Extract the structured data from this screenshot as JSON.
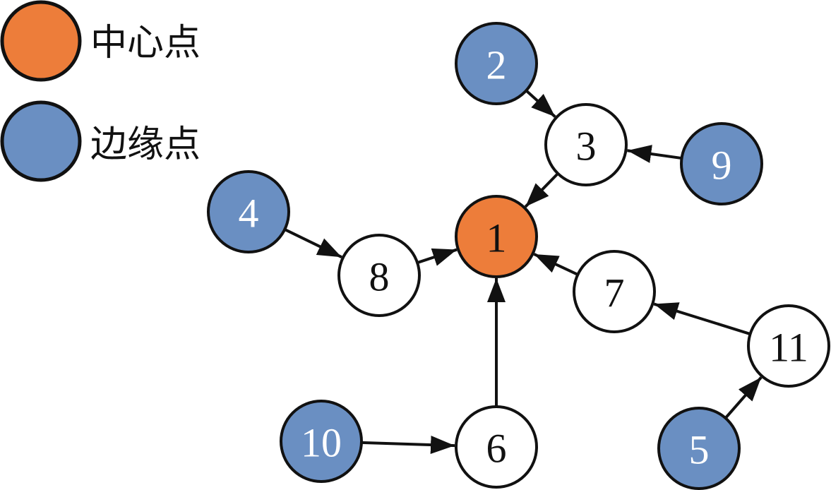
{
  "colors": {
    "center": "#ED7D3A",
    "edge_node": "#6A8FC2",
    "normal": "#FFFFFF",
    "stroke": "#111111"
  },
  "legend": [
    {
      "type": "center",
      "label": "中心点"
    },
    {
      "type": "edge_node",
      "label": "边缘点"
    }
  ],
  "nodes": [
    {
      "id": "1",
      "label": "1",
      "type": "center"
    },
    {
      "id": "2",
      "label": "2",
      "type": "edge_node"
    },
    {
      "id": "3",
      "label": "3",
      "type": "normal"
    },
    {
      "id": "4",
      "label": "4",
      "type": "edge_node"
    },
    {
      "id": "5",
      "label": "5",
      "type": "edge_node"
    },
    {
      "id": "6",
      "label": "6",
      "type": "normal"
    },
    {
      "id": "7",
      "label": "7",
      "type": "normal"
    },
    {
      "id": "8",
      "label": "8",
      "type": "normal"
    },
    {
      "id": "9",
      "label": "9",
      "type": "edge_node"
    },
    {
      "id": "10",
      "label": "10",
      "type": "edge_node"
    },
    {
      "id": "11",
      "label": "11",
      "type": "normal"
    }
  ],
  "edges": [
    {
      "from": "2",
      "to": "3"
    },
    {
      "from": "9",
      "to": "3"
    },
    {
      "from": "3",
      "to": "1"
    },
    {
      "from": "4",
      "to": "8"
    },
    {
      "from": "8",
      "to": "1"
    },
    {
      "from": "7",
      "to": "1"
    },
    {
      "from": "11",
      "to": "7"
    },
    {
      "from": "5",
      "to": "11"
    },
    {
      "from": "10",
      "to": "6"
    },
    {
      "from": "6",
      "to": "1"
    }
  ]
}
